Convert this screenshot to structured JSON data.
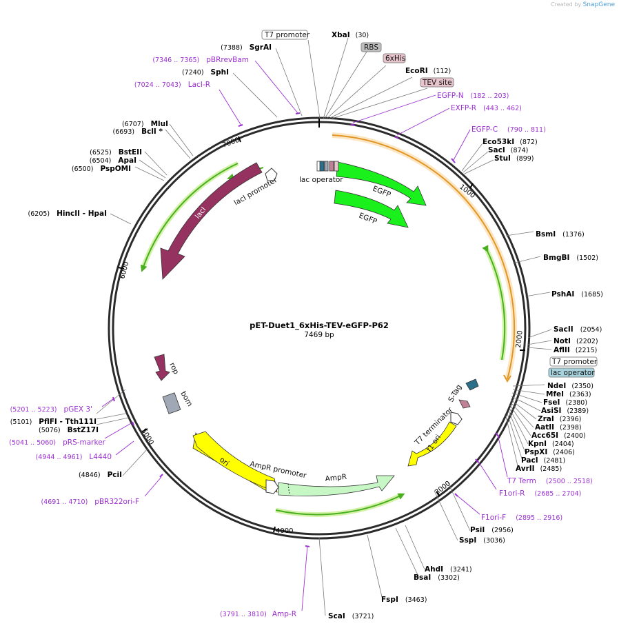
{
  "credit": {
    "prefix": "Created by",
    "brand": "SnapGene"
  },
  "plasmid": {
    "name": "pET-Duet1_6xHis-TEV-eGFP-P62",
    "length": "7469 bp"
  },
  "ticks": [
    "1000",
    "2000",
    "3000",
    "4000",
    "5000",
    "6000",
    "7000"
  ],
  "enzymes": [
    {
      "name": "XbaI",
      "pos": "(30)"
    },
    {
      "name": "EcoRI",
      "pos": "(112)"
    },
    {
      "name": "Eco53kI",
      "pos": "(872)"
    },
    {
      "name": "SacI",
      "pos": "(874)"
    },
    {
      "name": "StuI",
      "pos": "(899)"
    },
    {
      "name": "BsmI",
      "pos": "(1376)"
    },
    {
      "name": "BmgBI",
      "pos": "(1502)"
    },
    {
      "name": "PshAI",
      "pos": "(1685)"
    },
    {
      "name": "SacII",
      "pos": "(2054)"
    },
    {
      "name": "NotI",
      "pos": "(2202)"
    },
    {
      "name": "AflII",
      "pos": "(2215)"
    },
    {
      "name": "NdeI",
      "pos": "(2350)"
    },
    {
      "name": "MfeI",
      "pos": "(2363)"
    },
    {
      "name": "FseI",
      "pos": "(2380)"
    },
    {
      "name": "AsiSI",
      "pos": "(2389)"
    },
    {
      "name": "ZraI",
      "pos": "(2396)"
    },
    {
      "name": "AatII",
      "pos": "(2398)"
    },
    {
      "name": "Acc65I",
      "pos": "(2400)"
    },
    {
      "name": "KpnI",
      "pos": "(2404)"
    },
    {
      "name": "PspXI",
      "pos": "(2406)"
    },
    {
      "name": "PacI",
      "pos": "(2481)"
    },
    {
      "name": "AvrII",
      "pos": "(2485)"
    },
    {
      "name": "PsiI",
      "pos": "(2956)"
    },
    {
      "name": "SspI",
      "pos": "(3036)"
    },
    {
      "name": "AhdI",
      "pos": "(3241)"
    },
    {
      "name": "BsaI",
      "pos": "(3302)"
    },
    {
      "name": "FspI",
      "pos": "(3463)"
    },
    {
      "name": "ScaI",
      "pos": "(3721)"
    },
    {
      "name": "PciI",
      "pos": "(4846)"
    },
    {
      "name": "BstZ17I",
      "pos": "(5076)"
    },
    {
      "name": "PflFI - Tth111I",
      "pos": "(5101)"
    },
    {
      "name": "HincII - HpaI",
      "pos": "(6205)"
    },
    {
      "name": "PspOMI",
      "pos": "(6500)"
    },
    {
      "name": "ApaI",
      "pos": "(6504)"
    },
    {
      "name": "BstEII",
      "pos": "(6525)"
    },
    {
      "name": "BclI *",
      "pos": "(6693)"
    },
    {
      "name": "MluI",
      "pos": "(6707)"
    },
    {
      "name": "SphI",
      "pos": "(7240)"
    },
    {
      "name": "SgrAI",
      "pos": "(7388)"
    }
  ],
  "primers": [
    {
      "name": "EGFP-N",
      "range": "(182 .. 203)"
    },
    {
      "name": "EXFP-R",
      "range": "(443 .. 462)"
    },
    {
      "name": "EGFP-C",
      "range": "(790 .. 811)"
    },
    {
      "name": "T7 Term",
      "range": "(2500 .. 2518)"
    },
    {
      "name": "F1ori-R",
      "range": "(2685 .. 2704)"
    },
    {
      "name": "F1ori-F",
      "range": "(2895 .. 2916)"
    },
    {
      "name": "Amp-R",
      "range": "(3791 .. 3810)"
    },
    {
      "name": "pBR322ori-F",
      "range": "(4691 .. 4710)"
    },
    {
      "name": "L4440",
      "range": "(4944 .. 4961)"
    },
    {
      "name": "pRS-marker",
      "range": "(5041 .. 5060)"
    },
    {
      "name": "pGEX 3'",
      "range": "(5201 .. 5223)"
    },
    {
      "name": "LacI-R",
      "range": "(7024 .. 7043)"
    },
    {
      "name": "pBRrevBam",
      "range": "(7346 .. 7365)"
    }
  ],
  "boxed_features": [
    {
      "name": "T7 promoter",
      "fill": "#ffffff"
    },
    {
      "name": "RBS",
      "fill": "#bfbfbf"
    },
    {
      "name": "6xHis",
      "fill": "#e8c4cc"
    },
    {
      "name": "TEV site",
      "fill": "#e8c4cc"
    },
    {
      "name": "T7 promoter",
      "fill": "#ffffff"
    },
    {
      "name": "lac operator",
      "fill": "#a7d3de"
    }
  ],
  "features": {
    "lac_operator": "lac operator",
    "egfp_1": "EGFP",
    "egfp_2": "EGFP",
    "lacI": "lacI",
    "lacI_promoter": "lacI promoter",
    "rop": "rop",
    "bom": "bom",
    "ori": "ori",
    "ampR_promoter": "AmpR promoter",
    "ampR": "AmpR",
    "f1_ori": "f1 ori",
    "t7_terminator": "T7 terminator",
    "s_tag": "S-Tag"
  },
  "colors": {
    "egfp": "#19f01c",
    "lacI": "#963260",
    "ori": "#ffff00",
    "ampR": "#c8f7c6",
    "bom": "#a0a8b5",
    "orf_outline": "#4aaf20",
    "orf_glow": "#d2f2a8",
    "insert_orange": "#e19624",
    "insert_glow": "#fde6c4",
    "primer": "#9a2fd0",
    "backbone": "#2b2b2b"
  }
}
